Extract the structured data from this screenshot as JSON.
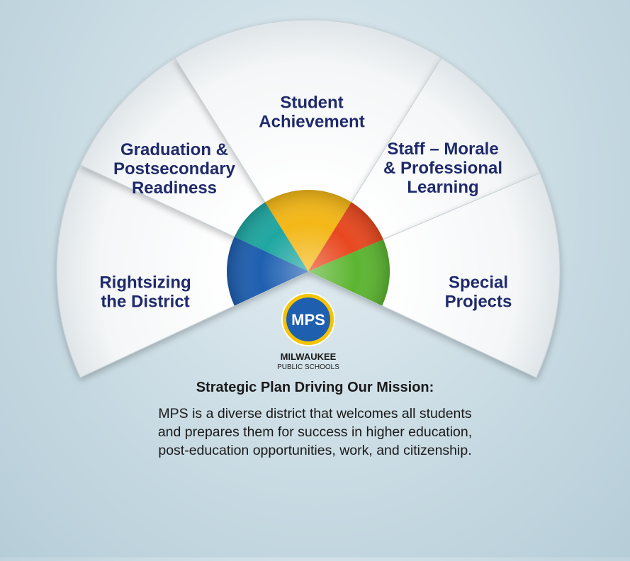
{
  "segments": [
    {
      "lines": [
        "Rightsizing",
        "the District"
      ],
      "color": "#1e5fb0"
    },
    {
      "lines": [
        "Graduation &",
        "Postsecondary",
        "Readiness"
      ],
      "color": "#1fa6a0"
    },
    {
      "lines": [
        "Student",
        "Achievement"
      ],
      "color": "#f3b716"
    },
    {
      "lines": [
        "Staff – Morale",
        "& Professional",
        "Learning"
      ],
      "color": "#e8481f"
    },
    {
      "lines": [
        "Special",
        "Projects"
      ],
      "color": "#5cb531"
    }
  ],
  "logo": {
    "badge": "MPS",
    "name_line1": "MILWAUKEE",
    "name_line2": "PUBLIC SCHOOLS",
    "badge_color": "#1f5fb0",
    "ring_color": "#f5c400"
  },
  "mission": {
    "heading": "Strategic Plan Driving Our Mission:",
    "lines": [
      "MPS is a diverse district that welcomes all students",
      "and prepares them for success in higher education,",
      "post-education opportunities, work, and citizenship."
    ]
  }
}
